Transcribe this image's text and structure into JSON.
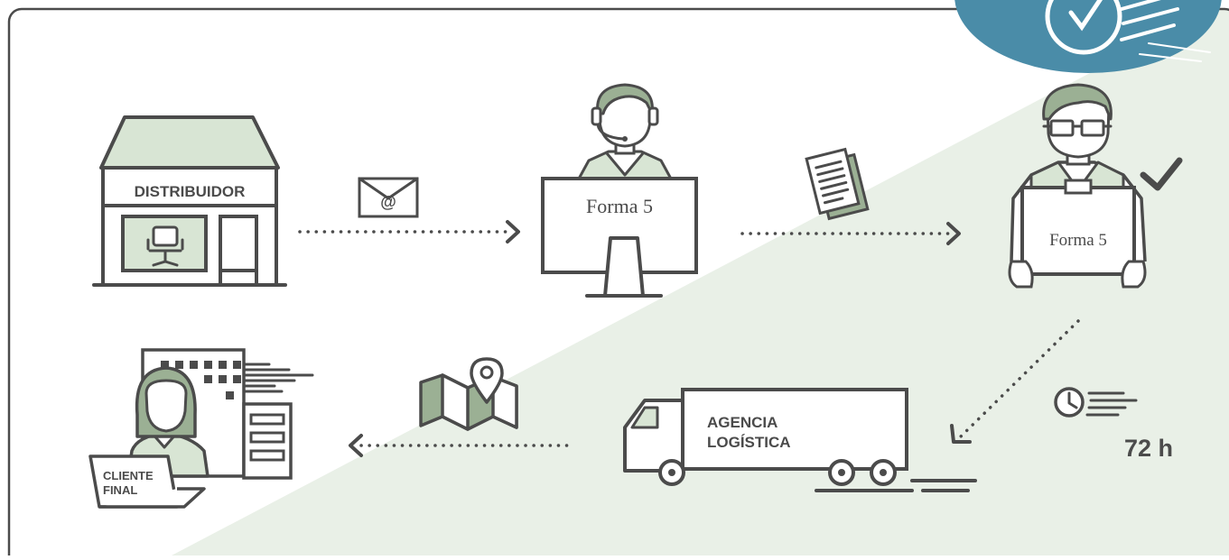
{
  "nodes": {
    "distributor": {
      "label": "DISTRIBUIDOR"
    },
    "call_center": {
      "screen_text": "Forma 5"
    },
    "verifier": {
      "sign_text": "Forma 5"
    },
    "logistics": {
      "label_line1": "AGENCIA",
      "label_line2": "LOGÍSTICA"
    },
    "final_client": {
      "label_line1": "CLIENTE",
      "label_line2": "FINAL"
    }
  },
  "envelope": {
    "symbol": "@"
  },
  "delivery_time": {
    "value": "72 h"
  },
  "colors": {
    "outline": "#4b4b4b",
    "green_fill": "#d8e5d4",
    "green_bg": "#e9f0e7",
    "hair_green": "#9bb094",
    "badge_blue": "#4a8ca8"
  },
  "icons": [
    "store-icon",
    "envelope-icon",
    "operator-icon",
    "monitor-icon",
    "document-icon",
    "worker-icon",
    "checkmark-icon",
    "clock-icon",
    "truck-icon",
    "map-icon",
    "location-pin-icon",
    "building-icon",
    "client-icon",
    "laptop-icon",
    "badge-clock-icon"
  ]
}
